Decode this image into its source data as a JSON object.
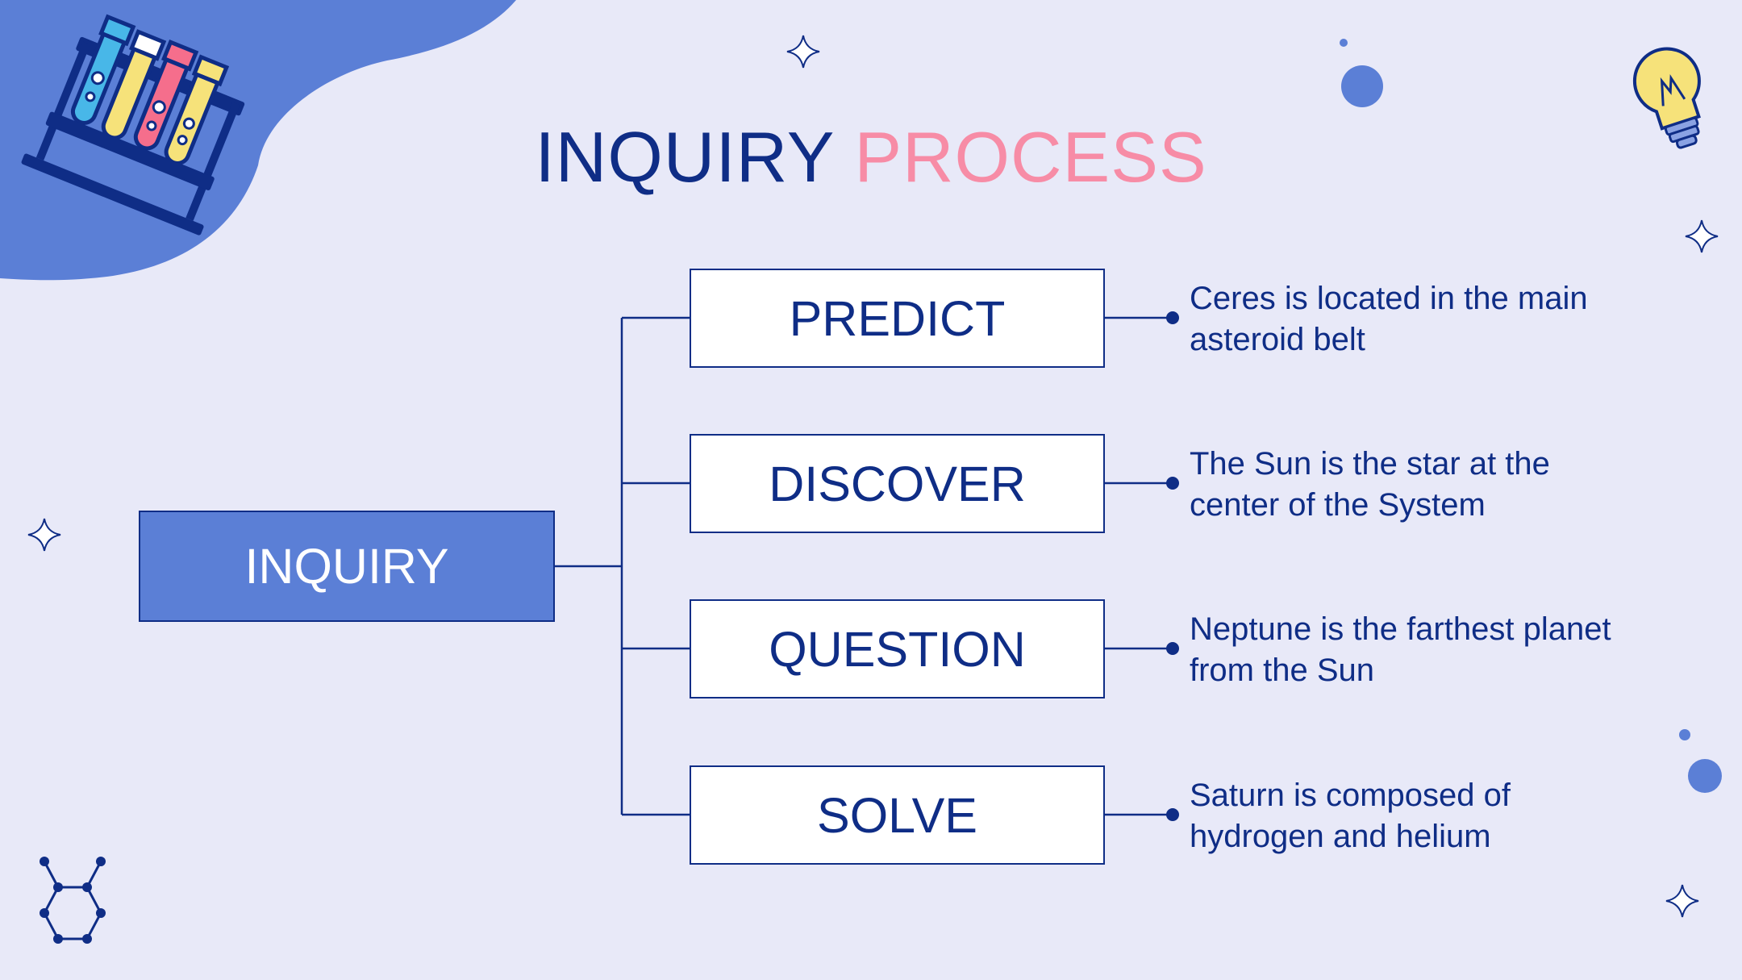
{
  "title": {
    "part1": "INQUIRY",
    "part2": "PROCESS"
  },
  "root": {
    "label": "INQUIRY"
  },
  "steps": [
    {
      "label": "PREDICT",
      "description": "Ceres is located in the main asteroid belt"
    },
    {
      "label": "DISCOVER",
      "description": "The Sun is the star at the center of the System"
    },
    {
      "label": "QUESTION",
      "description": "Neptune is the farthest planet from the Sun"
    },
    {
      "label": "SOLVE",
      "description": "Saturn is composed of hydrogen and helium"
    }
  ],
  "colors": {
    "background": "#e8e9f8",
    "navy": "#0f2d86",
    "accent_blue": "#5b7fd6",
    "pink": "#f78ca6",
    "box_fill": "#ffffff"
  },
  "icons": [
    "test-tubes-icon",
    "light-bulb-icon",
    "sparkle-star-icon",
    "molecule-icon",
    "dot-circle-icon"
  ]
}
